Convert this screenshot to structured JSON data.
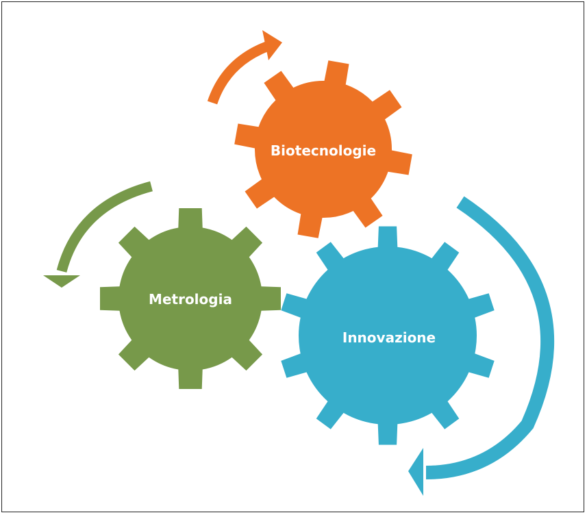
{
  "diagram": {
    "gears": [
      {
        "id": "biotecnologie",
        "label": "Biotecnologie",
        "color": "#ED7325"
      },
      {
        "id": "metrologia",
        "label": "Metrologia",
        "color": "#77994A"
      },
      {
        "id": "innovazione",
        "label": "Innovazione",
        "color": "#37AECB"
      }
    ],
    "arrows": [
      {
        "id": "orange-arrow",
        "color": "#ED7325",
        "direction": "clockwise"
      },
      {
        "id": "green-arrow",
        "color": "#77994A",
        "direction": "counter-clockwise"
      },
      {
        "id": "blue-arrow",
        "color": "#37AECB",
        "direction": "clockwise"
      }
    ]
  }
}
